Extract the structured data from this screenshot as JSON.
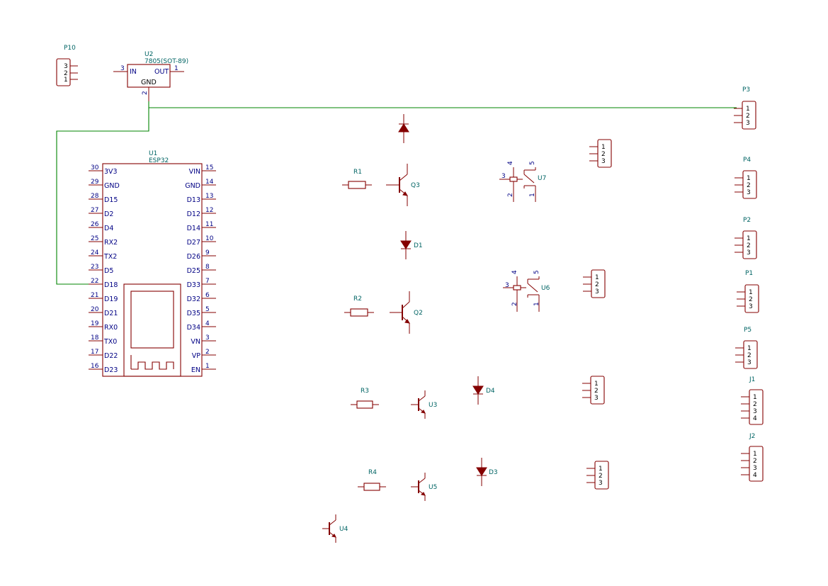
{
  "u1": {
    "ref": "U1",
    "value": "ESP32",
    "left_pins": [
      {
        "num": "30",
        "name": "3V3"
      },
      {
        "num": "29",
        "name": "GND"
      },
      {
        "num": "28",
        "name": "D15"
      },
      {
        "num": "27",
        "name": "D2"
      },
      {
        "num": "26",
        "name": "D4"
      },
      {
        "num": "25",
        "name": "RX2"
      },
      {
        "num": "24",
        "name": "TX2"
      },
      {
        "num": "23",
        "name": "D5"
      },
      {
        "num": "22",
        "name": "D18"
      },
      {
        "num": "21",
        "name": "D19"
      },
      {
        "num": "20",
        "name": "D21"
      },
      {
        "num": "19",
        "name": "RX0"
      },
      {
        "num": "18",
        "name": "TX0"
      },
      {
        "num": "17",
        "name": "D22"
      },
      {
        "num": "16",
        "name": "D23"
      }
    ],
    "right_pins": [
      {
        "num": "15",
        "name": "VIN"
      },
      {
        "num": "14",
        "name": "GND"
      },
      {
        "num": "13",
        "name": "D13"
      },
      {
        "num": "12",
        "name": "D12"
      },
      {
        "num": "11",
        "name": "D14"
      },
      {
        "num": "10",
        "name": "D27"
      },
      {
        "num": "9",
        "name": "D26"
      },
      {
        "num": "8",
        "name": "D25"
      },
      {
        "num": "7",
        "name": "D33"
      },
      {
        "num": "6",
        "name": "D32"
      },
      {
        "num": "5",
        "name": "D35"
      },
      {
        "num": "4",
        "name": "D34"
      },
      {
        "num": "3",
        "name": "VN"
      },
      {
        "num": "2",
        "name": "VP"
      },
      {
        "num": "1",
        "name": "EN"
      }
    ]
  },
  "u2": {
    "ref": "U2",
    "value": "7805(SOT-89)",
    "in_label": "IN",
    "out_label": "OUT",
    "gnd_label": "GND",
    "pin_in": "3",
    "pin_out": "1",
    "pin_gnd": "2"
  },
  "p10": {
    "ref": "P10",
    "pins": [
      "3",
      "2",
      "1"
    ]
  },
  "connectors": {
    "p3": {
      "ref": "P3",
      "pins": [
        "1",
        "2",
        "3"
      ]
    },
    "p4": {
      "ref": "P4",
      "pins": [
        "1",
        "2",
        "3"
      ]
    },
    "p2": {
      "ref": "P2",
      "pins": [
        "1",
        "2",
        "3"
      ]
    },
    "p1": {
      "ref": "P1",
      "pins": [
        "1",
        "2",
        "3"
      ]
    },
    "p5": {
      "ref": "P5",
      "pins": [
        "1",
        "2",
        "3"
      ]
    },
    "j1": {
      "ref": "J1",
      "pins": [
        "1",
        "2",
        "3",
        "4"
      ]
    },
    "j2": {
      "ref": "J2",
      "pins": [
        "1",
        "2",
        "3",
        "4"
      ]
    },
    "c_a": {
      "pins": [
        "1",
        "2",
        "3"
      ]
    },
    "c_b": {
      "pins": [
        "1",
        "2",
        "3"
      ]
    },
    "c_c": {
      "pins": [
        "1",
        "2",
        "3"
      ]
    },
    "c_d": {
      "pins": [
        "1",
        "2",
        "3"
      ]
    }
  },
  "resistors": {
    "r1": "R1",
    "r2": "R2",
    "r3": "R3",
    "r4": "R4"
  },
  "transistors": {
    "q3": "Q3",
    "q2": "Q2",
    "u3": "U3",
    "u5": "U5",
    "u4": "U4"
  },
  "diodes": {
    "d1": "D1",
    "d4": "D4",
    "d3": "D3"
  },
  "switches": {
    "u7": {
      "ref": "U7",
      "pins": [
        "4",
        "5",
        "3",
        "2",
        "1"
      ]
    },
    "u6": {
      "ref": "U6",
      "pins": [
        "4",
        "5",
        "3",
        "2",
        "1"
      ]
    }
  }
}
